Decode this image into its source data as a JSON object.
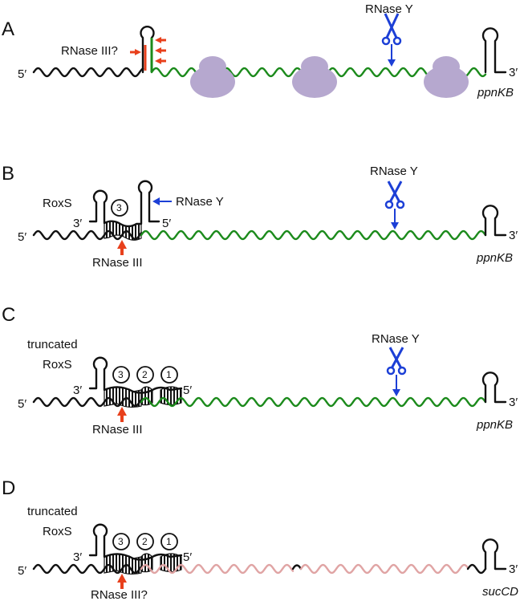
{
  "colors": {
    "black": "#111111",
    "green": "#1b8a1b",
    "pink": "#e0a4a4",
    "red": "#e8401c",
    "blue": "#1c3fd6",
    "ribosome": "#b6a8cf"
  },
  "panels": {
    "A": {
      "letter": "A",
      "five_prime": "5′",
      "three_prime": "3′",
      "rnase3": "RNase III?",
      "rnasey": "RNase Y",
      "gene": "ppnKB"
    },
    "B": {
      "letter": "B",
      "five_prime": "5′",
      "three_prime": "3′",
      "roxs": "RoxS",
      "roxs_three": "3′",
      "roxs_five": "5′",
      "num3": "3",
      "rnasey_stem": "RNase Y",
      "rnase3": "RNase III",
      "rnasey": "RNase Y",
      "gene": "ppnKB"
    },
    "C": {
      "letter": "C",
      "five_prime": "5′",
      "three_prime": "3′",
      "truncated": "truncated",
      "roxs": "RoxS",
      "roxs_three": "3′",
      "roxs_five": "5′",
      "num3": "3",
      "num2": "2",
      "num1": "1",
      "rnase3": "RNase III",
      "rnasey": "RNase Y",
      "gene": "ppnKB"
    },
    "D": {
      "letter": "D",
      "five_prime": "5′",
      "three_prime": "3′",
      "truncated": "truncated",
      "roxs": "RoxS",
      "roxs_three": "3′",
      "roxs_five": "5′",
      "num3": "3",
      "num2": "2",
      "num1": "1",
      "rnase3": "RNase III?",
      "gene": "sucCD"
    }
  }
}
